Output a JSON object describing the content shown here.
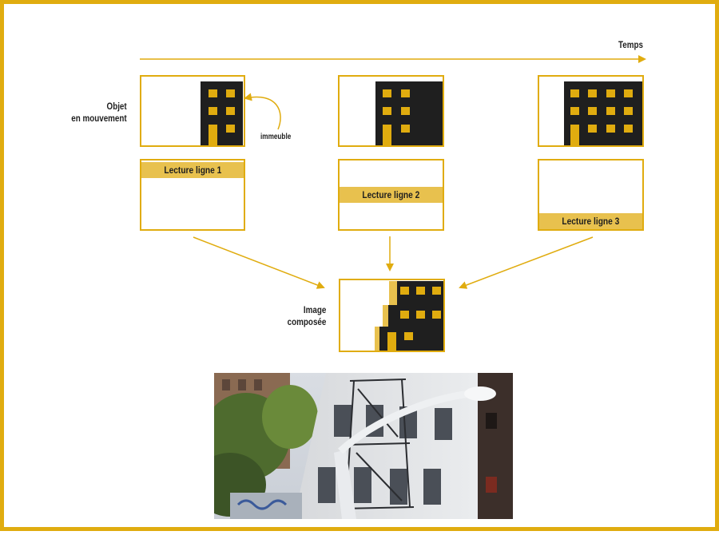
{
  "axis": {
    "label": "Temps"
  },
  "labels": {
    "moving_object": "Objet\nen mouvement",
    "building": "immeuble",
    "composed_image": "Image\ncomposée"
  },
  "readouts": [
    {
      "label": "Lecture ligne 1"
    },
    {
      "label": "Lecture ligne 2"
    },
    {
      "label": "Lecture ligne 3"
    }
  ],
  "colors": {
    "accent": "#e0ac0f",
    "band": "#e8c14e",
    "building": "#1f1f1f",
    "window": "#e0ac0f"
  },
  "photo": {
    "description_icon": "photo-rolling-shutter-street"
  }
}
